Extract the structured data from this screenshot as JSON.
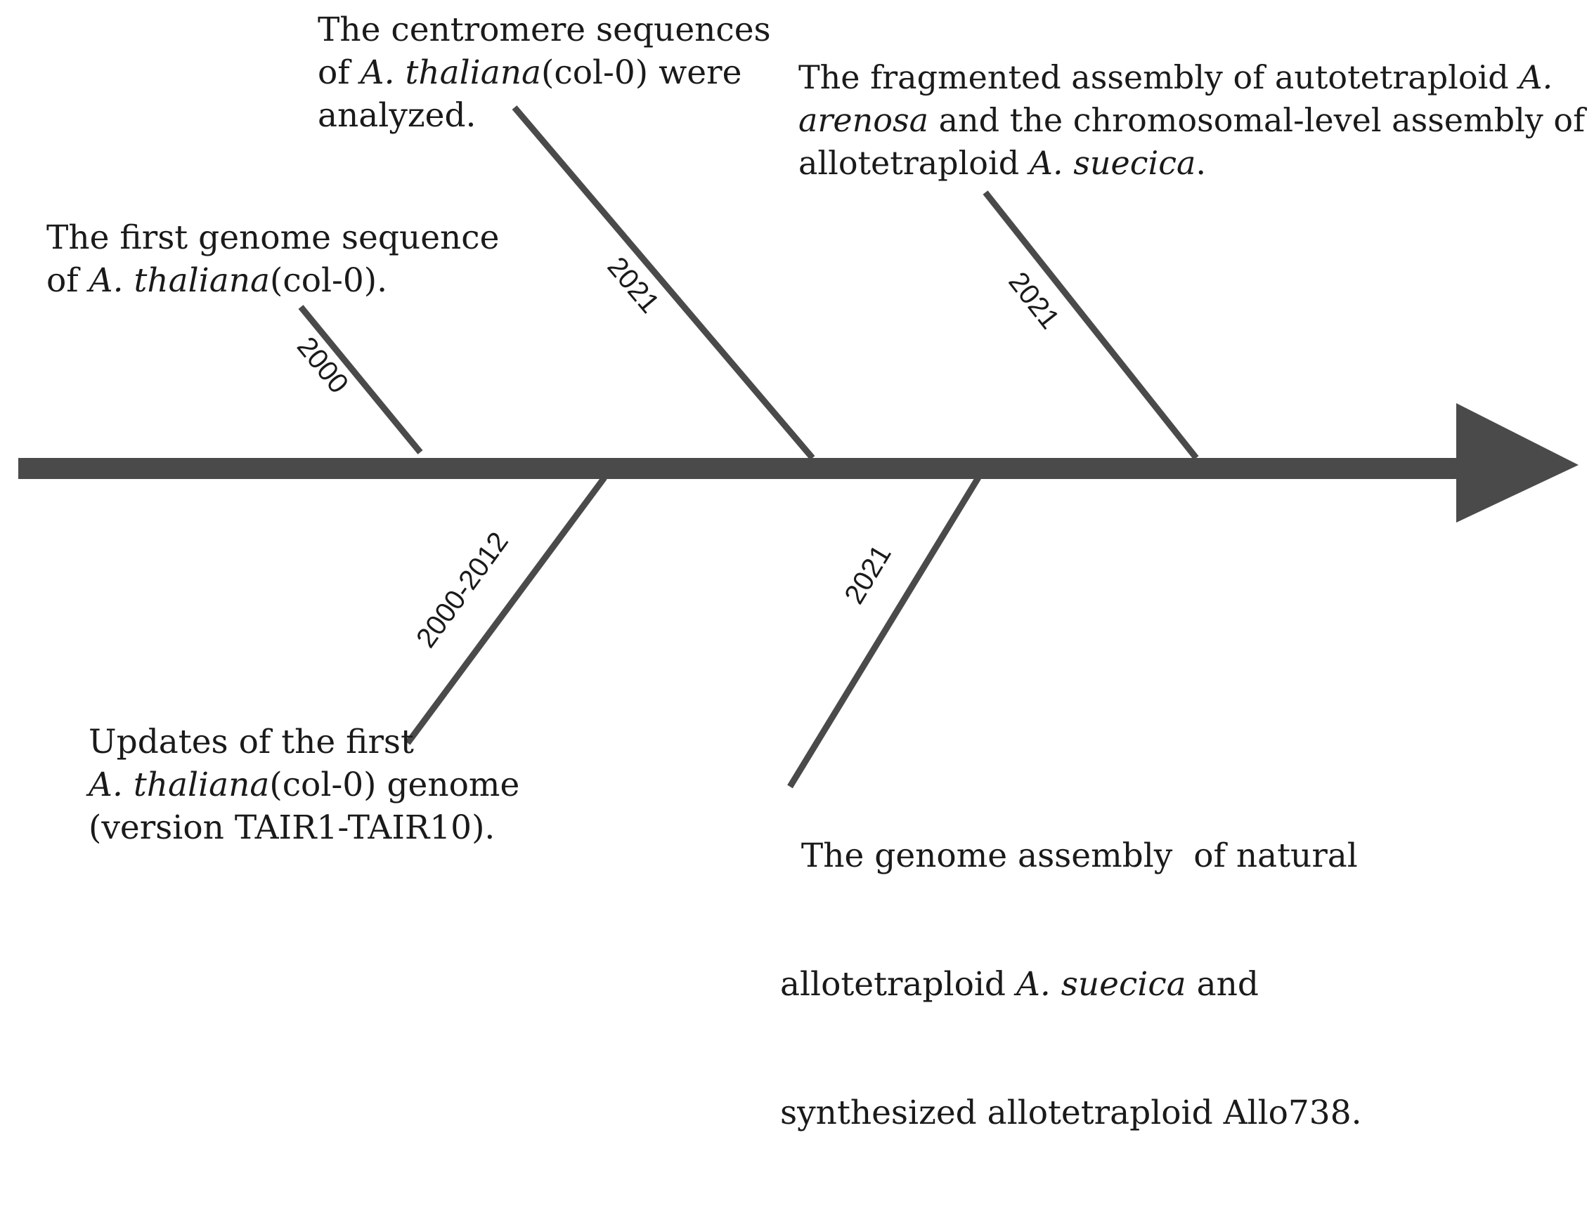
{
  "timeline": {
    "arrow_color": "#4a4a4a",
    "events": [
      {
        "id": "first-genome",
        "year": "2000",
        "lines": [
          [
            {
              "t": "The first genome sequence"
            }
          ],
          [
            {
              "t": "of "
            },
            {
              "t": "A. thaliana",
              "i": true
            },
            {
              "t": "(col-0)."
            }
          ]
        ]
      },
      {
        "id": "centromere",
        "year": "2021",
        "lines": [
          [
            {
              "t": "The centromere sequences"
            }
          ],
          [
            {
              "t": "of "
            },
            {
              "t": "A. thaliana",
              "i": true
            },
            {
              "t": "(col-0) were"
            }
          ],
          [
            {
              "t": "analyzed."
            }
          ]
        ]
      },
      {
        "id": "arenosa-suecica",
        "year": "2021",
        "lines": [
          [
            {
              "t": "The fragmented assembly of autotetraploid "
            },
            {
              "t": "A.",
              "i": true
            }
          ],
          [
            {
              "t": "arenosa",
              "i": true
            },
            {
              "t": " and the chromosomal-level assembly of"
            }
          ],
          [
            {
              "t": "allotetraploid "
            },
            {
              "t": "A. suecica",
              "i": true
            },
            {
              "t": "."
            }
          ]
        ]
      },
      {
        "id": "tair-updates",
        "year": "2000-2012",
        "lines": [
          [
            {
              "t": "Updates of the first"
            }
          ],
          [
            {
              "t": "A. thaliana",
              "i": true
            },
            {
              "t": "(col-0) genome"
            }
          ],
          [
            {
              "t": "(version TAIR1-TAIR10)."
            }
          ]
        ]
      },
      {
        "id": "allo738",
        "year": "2021",
        "lines": [
          [
            {
              "t": "  The genome assembly  of natural"
            }
          ],
          [
            {
              "t": "allotetraploid "
            },
            {
              "t": "A. suecica",
              "i": true
            },
            {
              "t": " and"
            }
          ],
          [
            {
              "t": "synthesized allotetraploid Allo738."
            }
          ]
        ]
      }
    ]
  }
}
